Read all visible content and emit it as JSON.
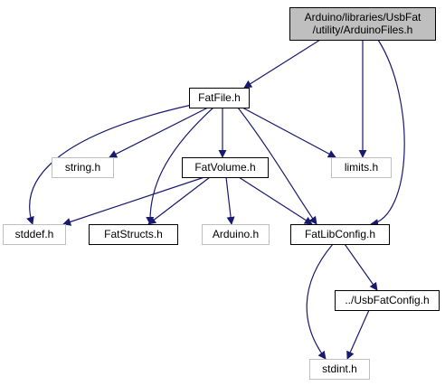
{
  "graph": {
    "edge_color": "#191970",
    "nodes": [
      {
        "id": "arduinofiles",
        "lines": [
          "Arduino/libraries/UsbFat",
          "/utility/ArduinoFiles.h"
        ],
        "fill": "#bfbfbf",
        "stroke": "#000000",
        "text_color": "#000000"
      },
      {
        "id": "fatfile",
        "lines": [
          "FatFile.h"
        ],
        "fill": "#ffffff",
        "stroke": "#000000",
        "text_color": "#000000"
      },
      {
        "id": "limits",
        "lines": [
          "limits.h"
        ],
        "fill": "#ffffff",
        "stroke": "#bfbfbf",
        "text_color": "#000000"
      },
      {
        "id": "fatlibconfig",
        "lines": [
          "FatLibConfig.h"
        ],
        "fill": "#ffffff",
        "stroke": "#000000",
        "text_color": "#000000"
      },
      {
        "id": "stringh",
        "lines": [
          "string.h"
        ],
        "fill": "#ffffff",
        "stroke": "#bfbfbf",
        "text_color": "#000000"
      },
      {
        "id": "fatvolume",
        "lines": [
          "FatVolume.h"
        ],
        "fill": "#ffffff",
        "stroke": "#000000",
        "text_color": "#000000"
      },
      {
        "id": "stddef",
        "lines": [
          "stddef.h"
        ],
        "fill": "#ffffff",
        "stroke": "#bfbfbf",
        "text_color": "#000000"
      },
      {
        "id": "fatstructs",
        "lines": [
          "FatStructs.h"
        ],
        "fill": "#ffffff",
        "stroke": "#000000",
        "text_color": "#000000"
      },
      {
        "id": "arduinoh",
        "lines": [
          "Arduino.h"
        ],
        "fill": "#ffffff",
        "stroke": "#bfbfbf",
        "text_color": "#000000"
      },
      {
        "id": "usbfatconfig",
        "lines": [
          "../UsbFatConfig.h"
        ],
        "fill": "#ffffff",
        "stroke": "#000000",
        "text_color": "#000000"
      },
      {
        "id": "stdint",
        "lines": [
          "stdint.h"
        ],
        "fill": "#ffffff",
        "stroke": "#bfbfbf",
        "text_color": "#000000"
      }
    ],
    "edges": [
      {
        "from": "arduinofiles",
        "to": "fatfile"
      },
      {
        "from": "arduinofiles",
        "to": "limits"
      },
      {
        "from": "arduinofiles",
        "to": "fatlibconfig"
      },
      {
        "from": "fatfile",
        "to": "stringh"
      },
      {
        "from": "fatfile",
        "to": "limits"
      },
      {
        "from": "fatfile",
        "to": "fatvolume"
      },
      {
        "from": "fatfile",
        "to": "fatlibconfig"
      },
      {
        "from": "fatfile",
        "to": "stddef"
      },
      {
        "from": "fatfile",
        "to": "fatstructs"
      },
      {
        "from": "fatvolume",
        "to": "stddef"
      },
      {
        "from": "fatvolume",
        "to": "fatstructs"
      },
      {
        "from": "fatvolume",
        "to": "arduinoh"
      },
      {
        "from": "fatvolume",
        "to": "fatlibconfig"
      },
      {
        "from": "fatlibconfig",
        "to": "usbfatconfig"
      },
      {
        "from": "fatlibconfig",
        "to": "stdint"
      },
      {
        "from": "usbfatconfig",
        "to": "stdint"
      }
    ]
  }
}
